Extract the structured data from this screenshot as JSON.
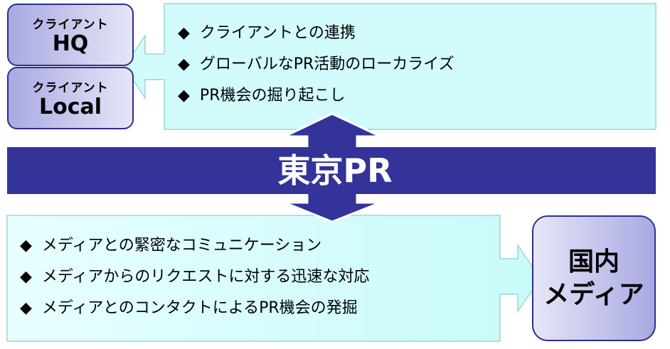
{
  "client_hq": {
    "line1": "クライアント",
    "line2": "HQ"
  },
  "client_local": {
    "line1": "クライアント",
    "line2": "Local"
  },
  "client_items": [
    "クライアントとの連携",
    "グローバルなPR活動のローカライズ",
    "PR機会の掘り起こし"
  ],
  "center": {
    "title": "東京PR"
  },
  "media_items": [
    "メディアとの緊密なコミュニケーション",
    "メディアからのリクエストに対する迅速な対応",
    "メディアとのコンタクトによるPR機会の発掘"
  ],
  "media_box": {
    "line1": "国内",
    "line2": "メディア"
  },
  "bullet": "◆",
  "colors": {
    "navy": "#333399",
    "callout": "#ccfcfc"
  }
}
